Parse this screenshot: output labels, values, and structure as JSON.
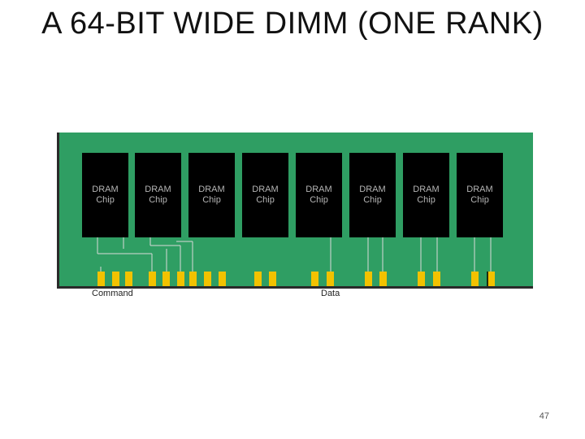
{
  "title": "A 64-BIT WIDE DIMM (ONE RANK)",
  "chips": [
    {
      "line1": "DRAM",
      "line2": "Chip"
    },
    {
      "line1": "DRAM",
      "line2": "Chip"
    },
    {
      "line1": "DRAM",
      "line2": "Chip"
    },
    {
      "line1": "DRAM",
      "line2": "Chip"
    },
    {
      "line1": "DRAM",
      "line2": "Chip"
    },
    {
      "line1": "DRAM",
      "line2": "Chip"
    },
    {
      "line1": "DRAM",
      "line2": "Chip"
    },
    {
      "line1": "DRAM",
      "line2": "Chip"
    }
  ],
  "labels": {
    "command": "Command",
    "data": "Data"
  },
  "page_number": "47",
  "colors": {
    "board": "#2f9e63",
    "chip": "#000000",
    "pin": "#f2c200",
    "trace": "#d9d9d9",
    "board_shadow": "#2a2a2a"
  }
}
